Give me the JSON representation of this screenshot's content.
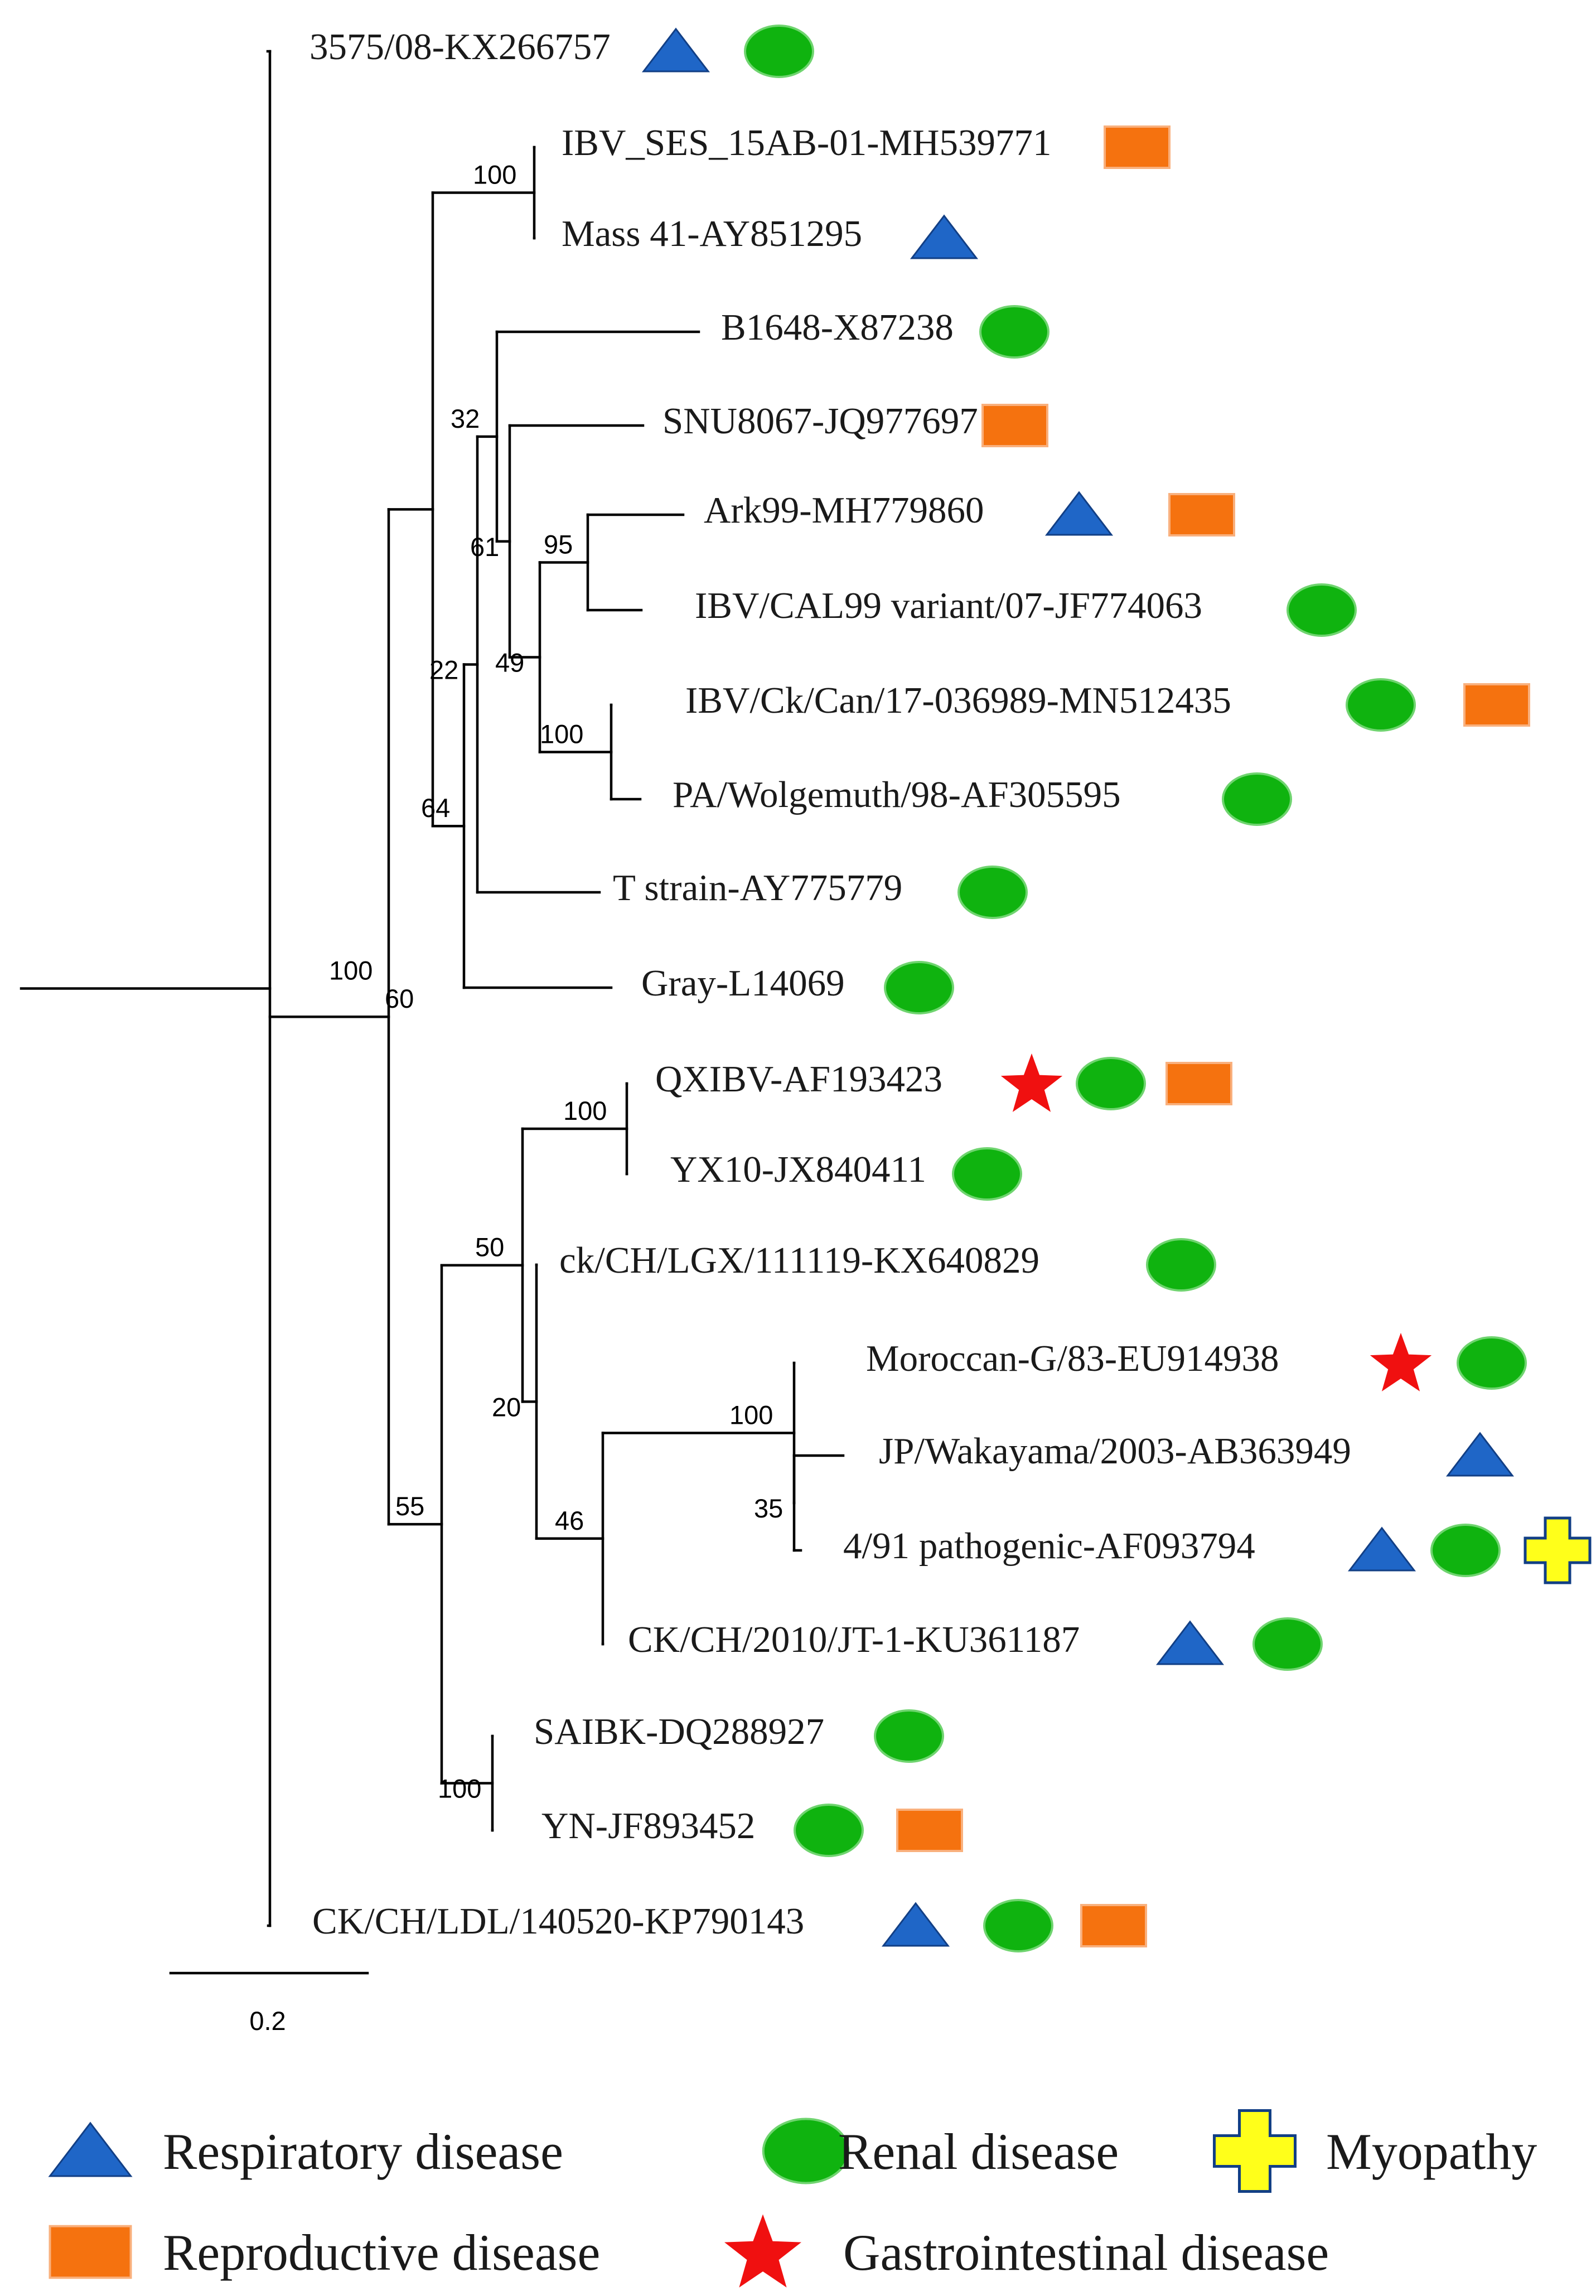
{
  "colors": {
    "respiratory": "#1f66c7",
    "respiratory_stroke": "#123f85",
    "renal": "#0fb30f",
    "renal_stroke": "#6fd46f",
    "reproductive": "#f5720f",
    "reproductive_stroke": "#f9b07d",
    "gastrointestinal": "#f01010",
    "myopathy": "#ffff1a",
    "myopathy_stroke": "#123f85",
    "branch": "#000000"
  },
  "taxa": [
    {
      "id": "t1",
      "label": "3575/08-KX266757",
      "markers": [
        "respiratory",
        "renal"
      ]
    },
    {
      "id": "t2",
      "label": "IBV_SES_15AB-01-MH539771",
      "markers": [
        "reproductive"
      ]
    },
    {
      "id": "t3",
      "label": "Mass 41-AY851295",
      "markers": [
        "respiratory"
      ]
    },
    {
      "id": "t4",
      "label": "B1648-X87238",
      "markers": [
        "renal"
      ]
    },
    {
      "id": "t5",
      "label": "SNU8067-JQ977697",
      "markers": [
        "reproductive"
      ]
    },
    {
      "id": "t6",
      "label": "Ark99-MH779860",
      "markers": [
        "respiratory",
        "reproductive"
      ]
    },
    {
      "id": "t7",
      "label": "IBV/CAL99 variant/07-JF774063",
      "markers": [
        "renal"
      ]
    },
    {
      "id": "t8",
      "label": "IBV/Ck/Can/17-036989-MN512435",
      "markers": [
        "renal",
        "reproductive"
      ]
    },
    {
      "id": "t9",
      "label": "PA/Wolgemuth/98-AF305595",
      "markers": [
        "renal"
      ]
    },
    {
      "id": "t10",
      "label": "T strain-AY775779",
      "markers": [
        "renal"
      ]
    },
    {
      "id": "t11",
      "label": "Gray-L14069",
      "markers": [
        "renal"
      ]
    },
    {
      "id": "t12",
      "label": "QXIBV-AF193423",
      "markers": [
        "gastrointestinal",
        "renal",
        "reproductive"
      ]
    },
    {
      "id": "t13",
      "label": "YX10-JX840411",
      "markers": [
        "renal"
      ]
    },
    {
      "id": "t14",
      "label": "ck/CH/LGX/111119-KX640829",
      "markers": [
        "renal"
      ]
    },
    {
      "id": "t15",
      "label": "Moroccan-G/83-EU914938",
      "markers": [
        "gastrointestinal",
        "renal"
      ]
    },
    {
      "id": "t16",
      "label": "JP/Wakayama/2003-AB363949",
      "markers": [
        "respiratory"
      ]
    },
    {
      "id": "t17",
      "label": "4/91 pathogenic-AF093794",
      "markers": [
        "respiratory",
        "renal",
        "myopathy"
      ]
    },
    {
      "id": "t18",
      "label": "CK/CH/2010/JT-1-KU361187",
      "markers": [
        "respiratory",
        "renal"
      ]
    },
    {
      "id": "t19",
      "label": "SAIBK-DQ288927",
      "markers": [
        "renal"
      ]
    },
    {
      "id": "t20",
      "label": "YN-JF893452",
      "markers": [
        "renal",
        "reproductive"
      ]
    },
    {
      "id": "t21",
      "label": "CK/CH/LDL/140520-KP790143",
      "markers": [
        "respiratory",
        "renal",
        "reproductive"
      ]
    }
  ],
  "support_values": {
    "n_t2_t3": "100",
    "n_mass": "60",
    "n_b1648_grp": "32",
    "n_snu_grp": "61",
    "n_ark_cal": "95",
    "n_cur": "49",
    "n_can_pa": "100",
    "n_t10_grp": "22",
    "n_gray_grp": "64",
    "n_root": "100",
    "n_qx_yx": "100",
    "n_grpd": "50",
    "n_lgx_grp": "20",
    "n_mor_grp": "100",
    "n_wak_491": "35",
    "n_jt1_grp": "46",
    "n_saibk_yn": "100",
    "n_lower": "55"
  },
  "scale_bar": {
    "label": "0.2"
  },
  "legend": [
    {
      "marker": "respiratory",
      "label": "Respiratory disease"
    },
    {
      "marker": "renal",
      "label": "Renal disease"
    },
    {
      "marker": "myopathy",
      "label": "Myopathy"
    },
    {
      "marker": "reproductive",
      "label": "Reproductive disease"
    },
    {
      "marker": "gastrointestinal",
      "label": "Gastrointestinal disease"
    }
  ]
}
